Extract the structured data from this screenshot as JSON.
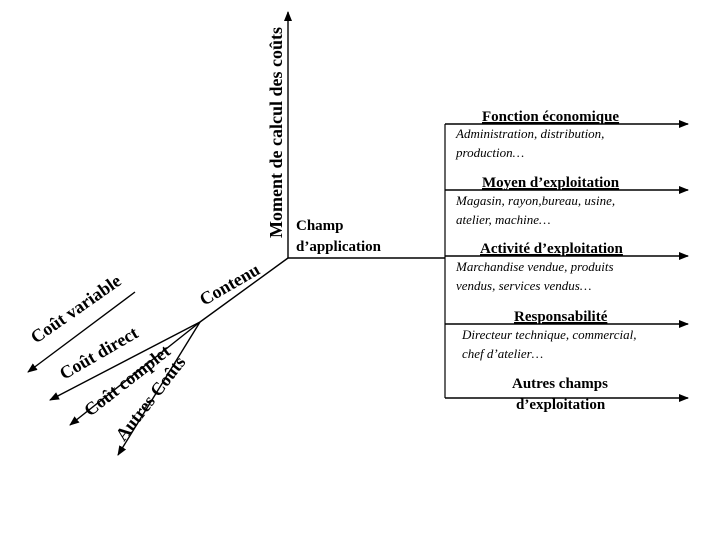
{
  "axis_label": "Moment de calcul des coûts",
  "center_label": [
    "Champ",
    "d’application"
  ],
  "contenu_label": "Contenu",
  "cost_labels": [
    "Coût variable",
    "Coût direct",
    "Coût complet",
    "Autres Coûts"
  ],
  "fields": [
    {
      "title": "Fonction économique",
      "detail": [
        "Administration, distribution,",
        "production…"
      ]
    },
    {
      "title": "Moyen d’exploitation",
      "detail": [
        "Magasin, rayon,bureau, usine,",
        "atelier, machine…"
      ]
    },
    {
      "title": "Activité d’exploitation",
      "detail": [
        "Marchandise vendue, produits",
        "vendus, services vendus…"
      ]
    },
    {
      "title": "Responsabilité",
      "detail": [
        "Directeur technique, commercial,",
        "chef d’atelier…"
      ]
    },
    {
      "title": "Autres champs",
      "detail": [
        "d’exploitation"
      ]
    }
  ]
}
